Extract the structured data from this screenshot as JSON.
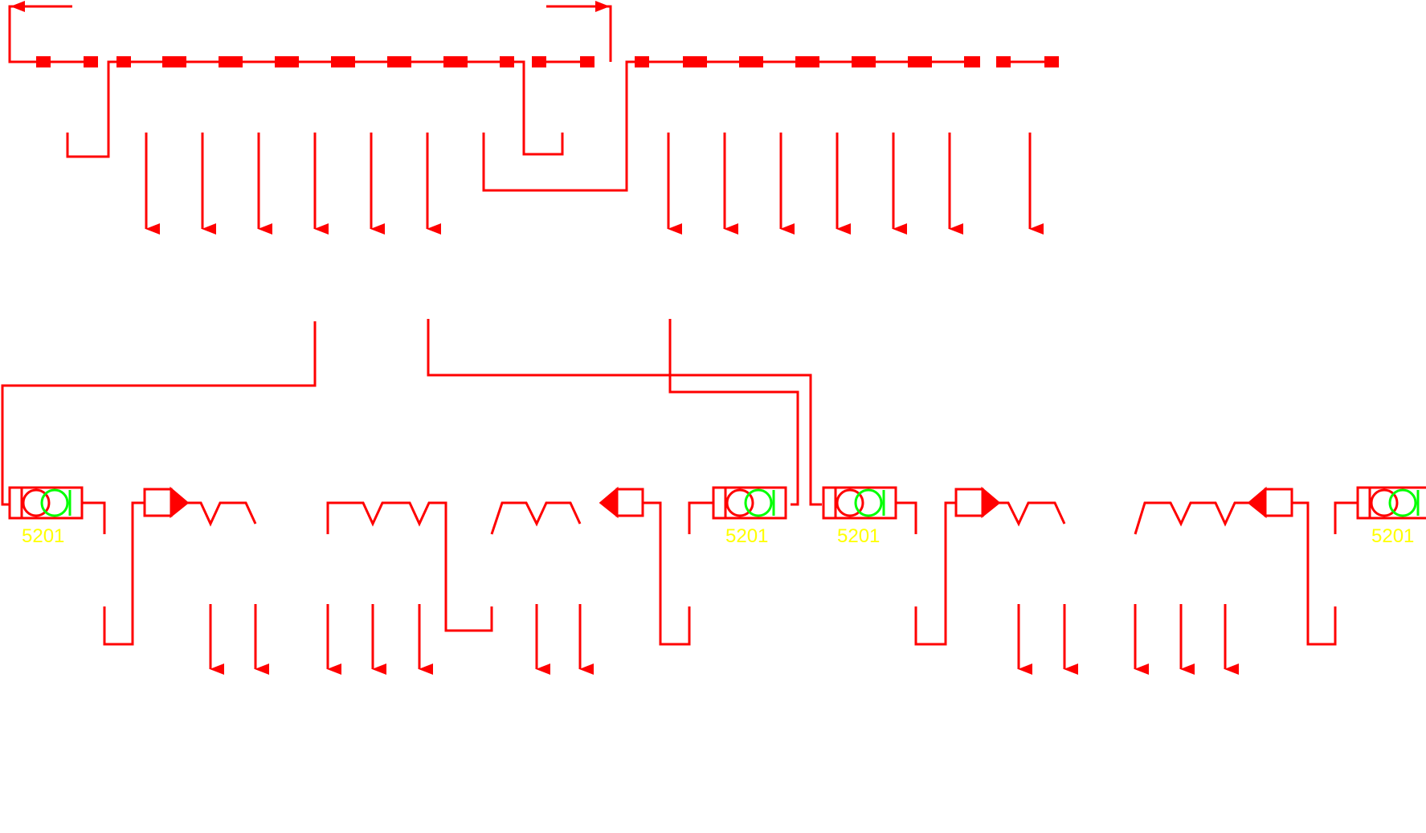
{
  "colors": {
    "background": "#ffffff",
    "track": "#ff0000",
    "signal_lamp": "#00ff00",
    "label": "#ffff00"
  },
  "signals": [
    {
      "id": "signal-1",
      "label": "5201"
    },
    {
      "id": "signal-2",
      "label": "5201"
    },
    {
      "id": "signal-3",
      "label": "5201"
    },
    {
      "id": "signal-4",
      "label": "5201"
    }
  ]
}
